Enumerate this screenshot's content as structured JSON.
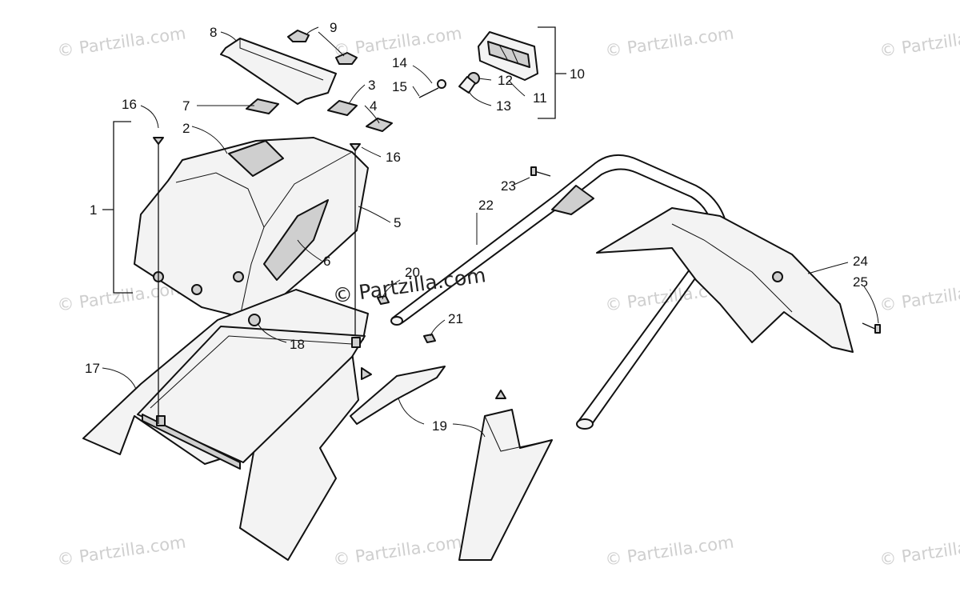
{
  "watermark": {
    "small_text": "© Partzilla.com",
    "center_text": "© Partzilla.com"
  },
  "callouts": [
    "1",
    "2",
    "3",
    "4",
    "5",
    "6",
    "7",
    "8",
    "9",
    "10",
    "11",
    "12",
    "13",
    "14",
    "15",
    "16",
    "16",
    "17",
    "18",
    "19",
    "20",
    "21",
    "22",
    "23",
    "24",
    "25"
  ],
  "colors": {
    "line": "#111111",
    "fill_light": "#f3f3f3",
    "fill_dark": "#cfcfcf",
    "watermark": "#cfcfcf"
  }
}
